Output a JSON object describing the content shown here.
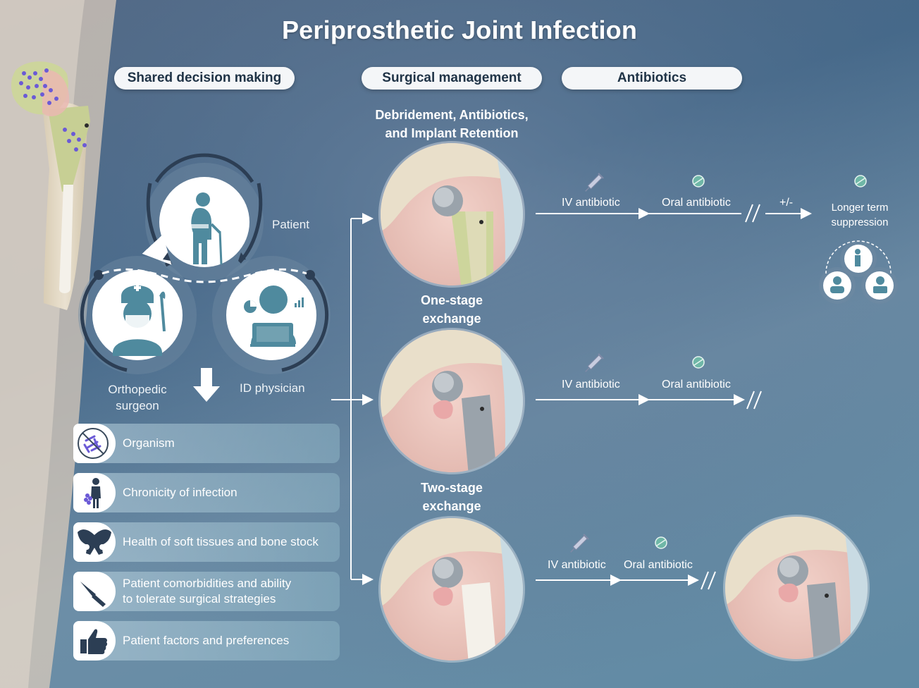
{
  "title": "Periprosthetic Joint Infection",
  "headers": {
    "shared_decision": "Shared decision making",
    "surgical_management": "Surgical management",
    "antibiotics": "Antibiotics"
  },
  "roles": {
    "patient": "Patient",
    "surgeon_line1": "Orthopedic",
    "surgeon_line2": "surgeon",
    "id_physician": "ID physician"
  },
  "factors": [
    {
      "label": "Organism",
      "icon": "bacteria-icon"
    },
    {
      "label": "Chronicity of infection",
      "icon": "patient-infection-icon"
    },
    {
      "label": "Health of soft tissues and bone stock",
      "icon": "pelvis-icon"
    },
    {
      "label": "Patient comorbidities and ability\nto tolerate surgical strategies",
      "icon": "scalpel-icon"
    },
    {
      "label": "Patient factors and preferences",
      "icon": "thumbs-up-icon"
    }
  ],
  "strategies": {
    "dair": {
      "line1": "Debridement, Antibiotics,",
      "line2": "and Implant Retention",
      "iv": "IV antibiotic",
      "oral": "Oral antibiotic",
      "plusminus": "+/-",
      "suppression_line1": "Longer term",
      "suppression_line2": "suppression"
    },
    "one_stage": {
      "line1": "One-stage",
      "line2": "exchange",
      "iv": "IV antibiotic",
      "oral": "Oral antibiotic"
    },
    "two_stage": {
      "line1": "Two-stage",
      "line2": "exchange",
      "iv": "IV antibiotic",
      "oral": "Oral antibiotic"
    }
  },
  "colors": {
    "navy": "#2c3e54",
    "pill_bg": "#f4f6f8",
    "icon_teal": "#4f8a9e",
    "bacteria": "#6b5ad6",
    "implant_gray": "#9aa3ab",
    "bone": "#e9dfca",
    "tissue_pink": "#e9c3be"
  }
}
